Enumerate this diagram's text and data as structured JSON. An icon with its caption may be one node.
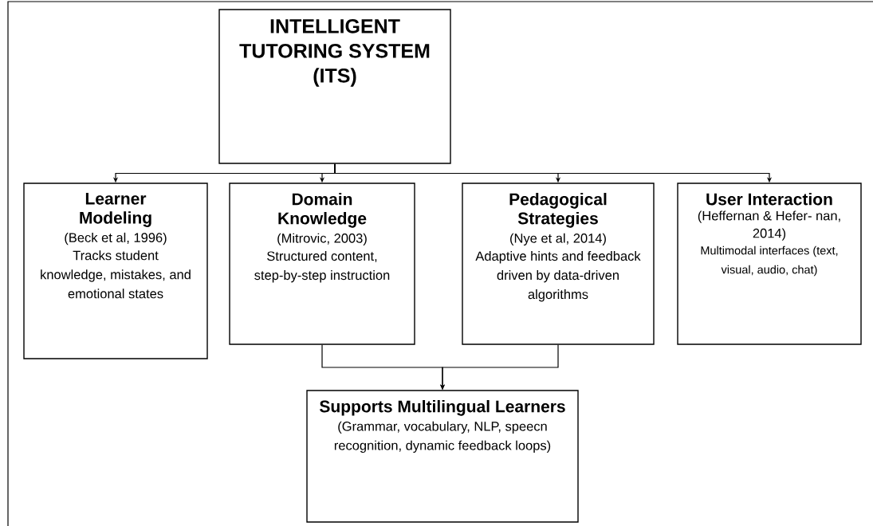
{
  "diagram": {
    "nodes": [
      {
        "text": [
          "INTELLIGENT TUTORING SYSTEM (ITS)"
        ]
      },
      {
        "text": [
          "Learner Modeling",
          "(Beck et al, 1996)",
          "Tracks student knowledge, mistakes, and emotional states"
        ]
      },
      {
        "text": [
          "Domain Knowledge",
          "(Mitrovic, 2003)",
          "Structured content, step-by-step instruction"
        ]
      },
      {
        "text": [
          "Pedagogical Strategies",
          "(Nye et al, 2014)",
          "Adaptive hints and feedback driven by data-driven algorithms"
        ]
      },
      {
        "text": [
          "User Interaction",
          "(Heffernan & Hefer- nan, 2014)",
          "Multimodal interfaces (text, visual, audio, chat)"
        ]
      },
      {
        "text": [
          "Supports Multilingual Learners",
          "(Grammar, vocabulary, NLP, speecn recognition, dynamic feedback loops)"
        ]
      }
    ],
    "edges": [
      {
        "from": 0,
        "to": 1,
        "arrow": "to"
      },
      {
        "from": 0,
        "to": 2,
        "arrow": "to"
      },
      {
        "from": 0,
        "to": 3,
        "arrow": "to"
      },
      {
        "from": 0,
        "to": 4,
        "arrow": "to"
      },
      {
        "from": 2,
        "to": 5,
        "arrow": "to"
      },
      {
        "from": 3,
        "to": 5,
        "arrow": "to"
      }
    ]
  }
}
